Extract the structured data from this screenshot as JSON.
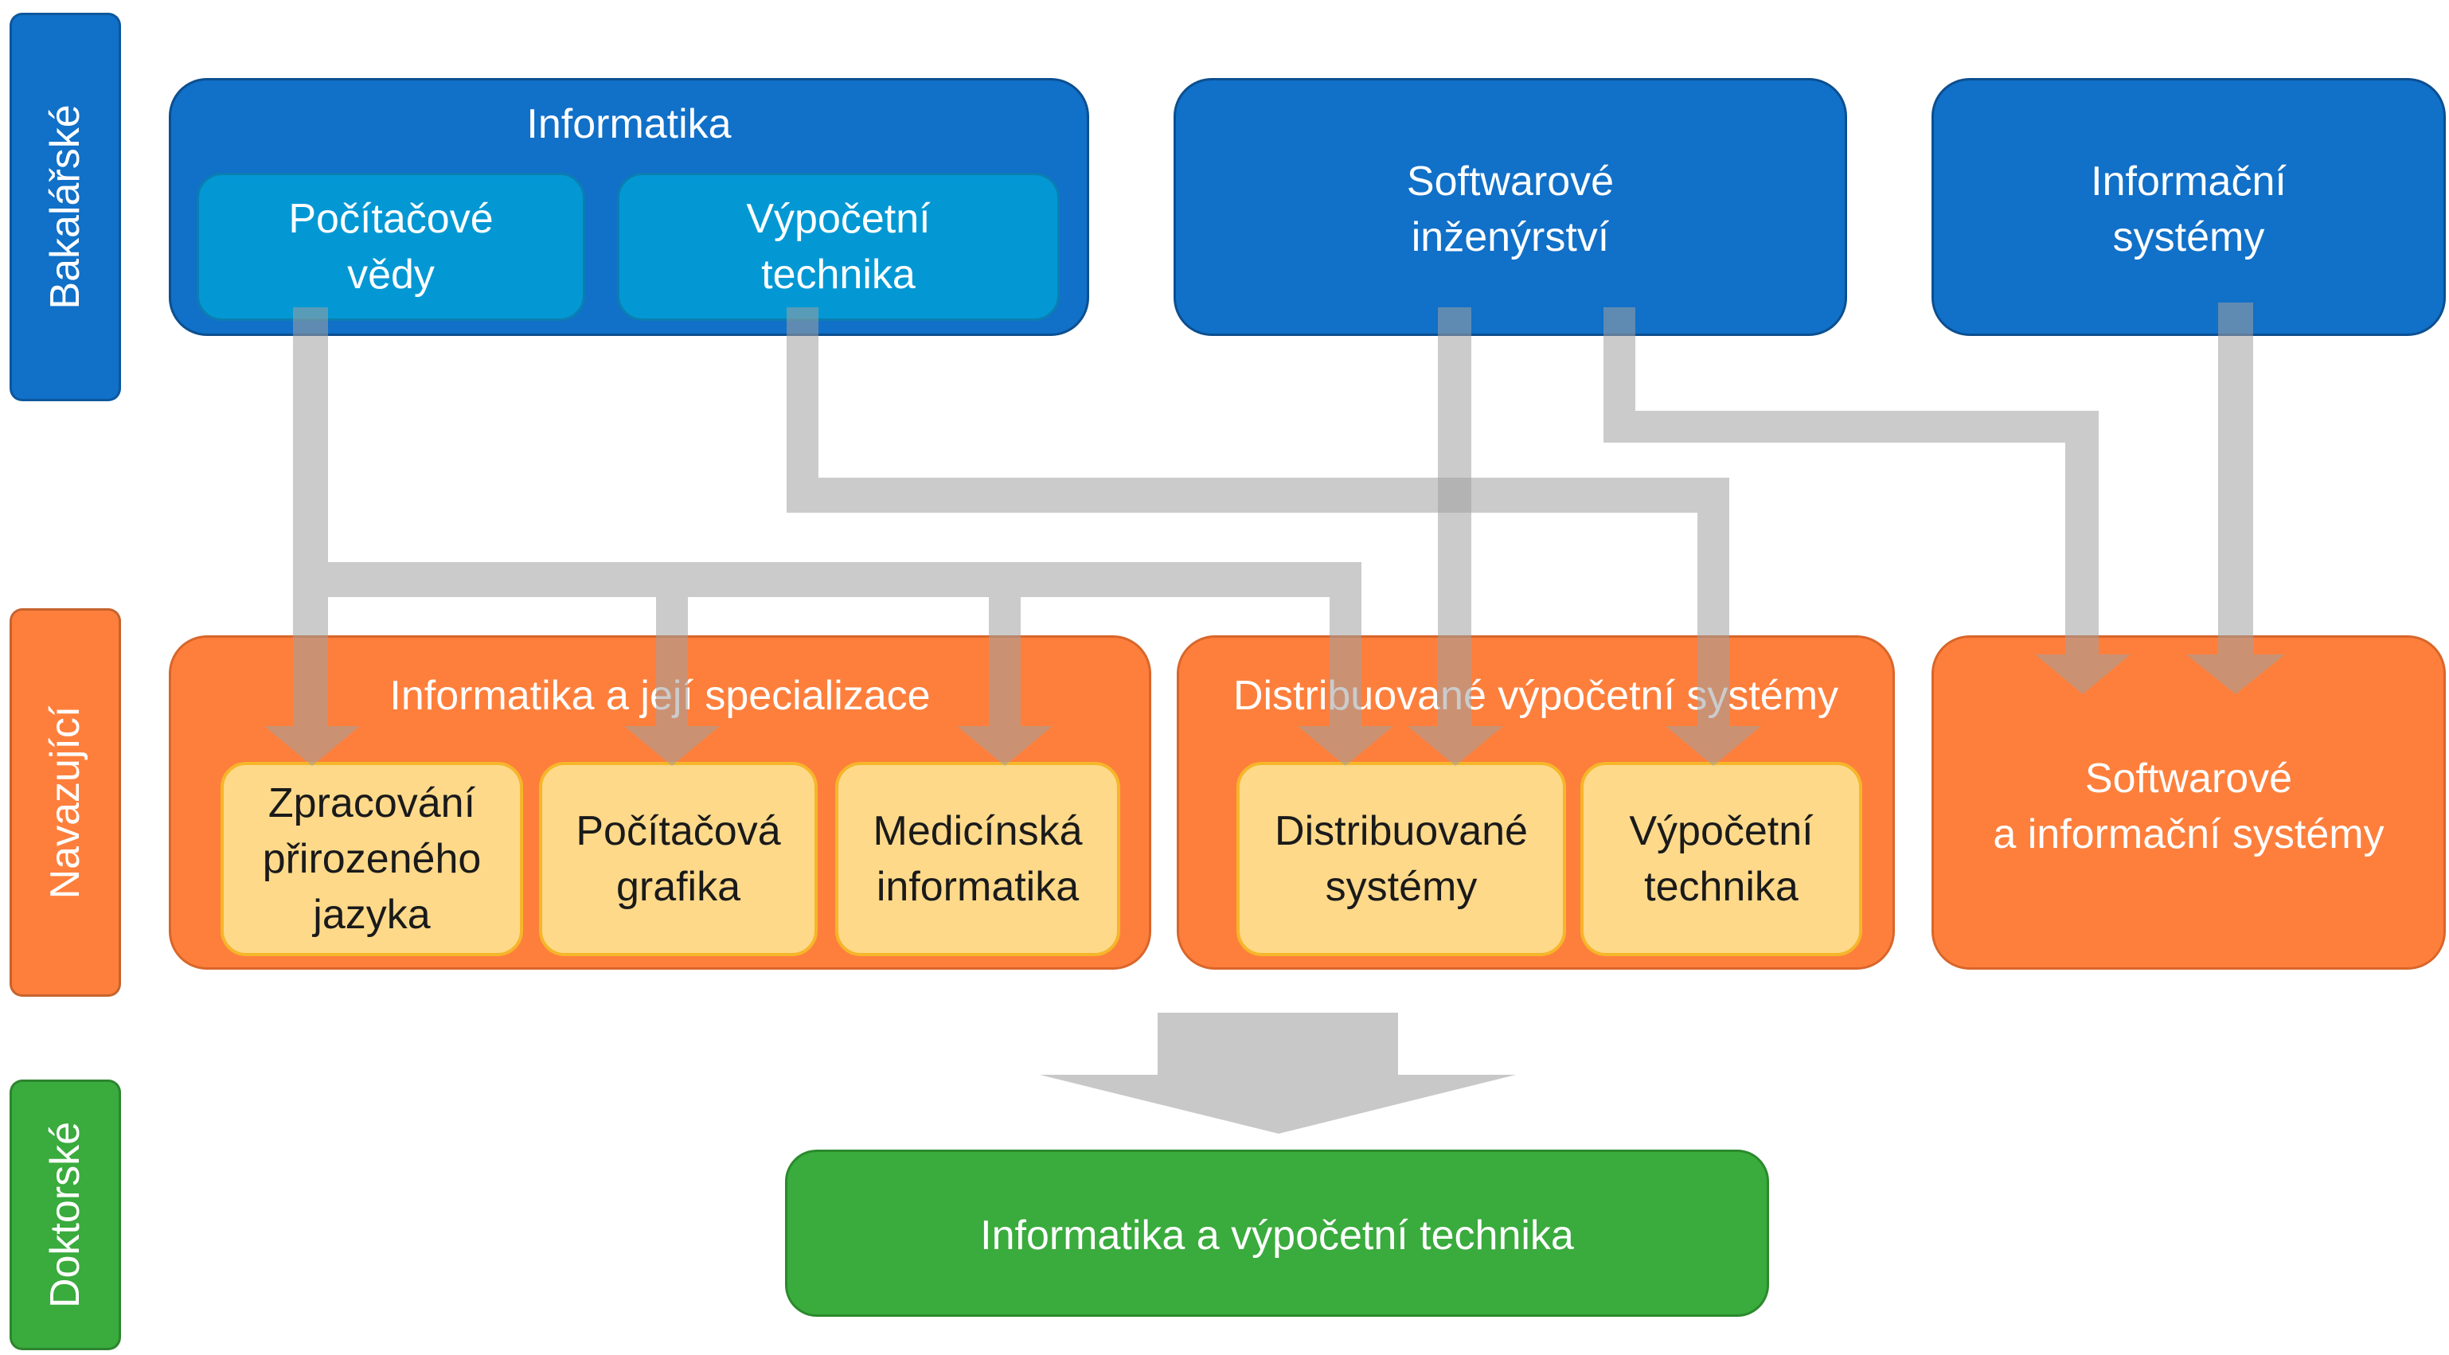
{
  "levels": {
    "bachelor": "Bakalářské",
    "master": "Navazující",
    "doctoral": "Doktorské"
  },
  "bachelor": {
    "informatika": {
      "title": "Informatika",
      "sub1": "Počítačové\nvědy",
      "sub2": "Výpočetní\ntechnika"
    },
    "software": "Softwarové\ninženýrství",
    "infosys": "Informační\nsystémy"
  },
  "master": {
    "informatika": {
      "title": "Informatika a její specializace",
      "sub1": "Zpracování\npřirozeného\njazyka",
      "sub2": "Počítačová\ngrafika",
      "sub3": "Medicínská\ninformatika"
    },
    "distributed": {
      "title": "Distribuované výpočetní systémy",
      "sub1": "Distribuované\nsystémy",
      "sub2": "Výpočetní\ntechnika"
    },
    "softinfo": "Softwarové\na informační systémy"
  },
  "doctoral": {
    "program": "Informatika a výpočetní technika"
  },
  "colors": {
    "blue": "#1170c8",
    "cyan": "#0398d4",
    "orange": "#fe7f3c",
    "yellow": "#fed98a",
    "green": "#3aab3d",
    "flow": "#b4b4b4"
  }
}
